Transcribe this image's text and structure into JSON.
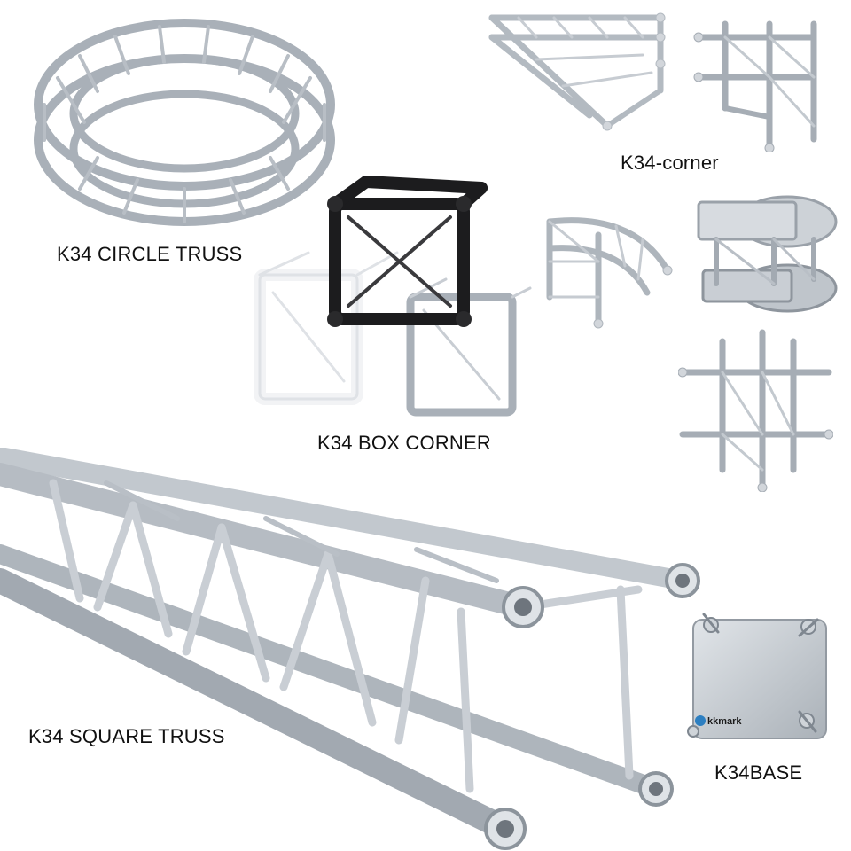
{
  "labels": {
    "circle_truss": "K34 CIRCLE TRUSS",
    "corner": "K34-corner",
    "box_corner": "K34 BOX CORNER",
    "square_truss": "K34 SQUARE TRUSS",
    "base": "K34BASE"
  },
  "base_plate_logo": "kkmark",
  "colors": {
    "aluminium_light": "#e8ebee",
    "aluminium_mid": "#b9bfc6",
    "aluminium_dark": "#7d858e",
    "black_finish": "#1c1c1e",
    "white_finish": "#f4f5f7"
  }
}
